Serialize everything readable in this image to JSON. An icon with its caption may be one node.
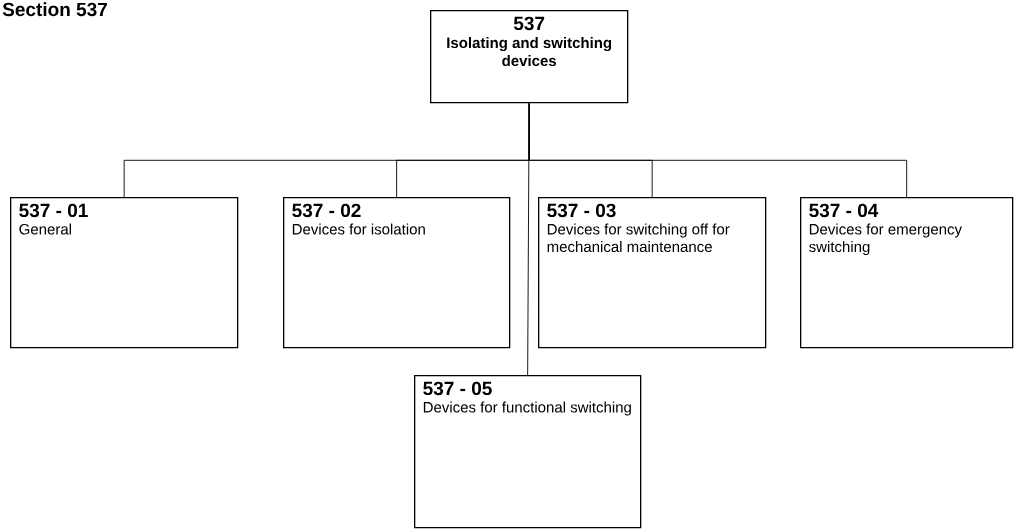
{
  "diagram": {
    "title": "Section 537",
    "nodes": [
      {
        "text": [
          "537",
          "Isolating and switching devices"
        ]
      },
      {
        "text": [
          "537 - 01",
          "General"
        ]
      },
      {
        "text": [
          "537 - 02",
          "Devices for isolation"
        ]
      },
      {
        "text": [
          "537 - 03",
          "Devices for switching off for mechanical maintenance"
        ]
      },
      {
        "text": [
          "537 - 04",
          "Devices for emergency switching"
        ]
      },
      {
        "text": [
          "537 - 05",
          "Devices for functional switching"
        ]
      }
    ],
    "edges": [
      {
        "from": 0,
        "to": 1,
        "arrow": "none"
      },
      {
        "from": 0,
        "to": 2,
        "arrow": "none"
      },
      {
        "from": 0,
        "to": 3,
        "arrow": "none"
      },
      {
        "from": 0,
        "to": 4,
        "arrow": "none"
      },
      {
        "from": 0,
        "to": 5,
        "arrow": "none"
      }
    ]
  }
}
